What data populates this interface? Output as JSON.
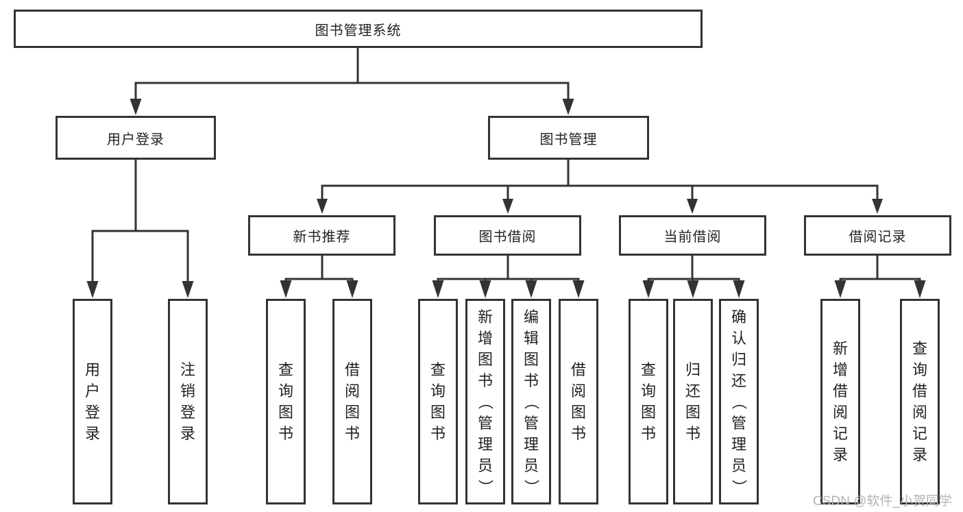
{
  "diagram": {
    "root": {
      "label": "图书管理系统"
    },
    "branches": [
      {
        "label": "用户登录",
        "children": [
          "用户登录",
          "注销登录"
        ]
      },
      {
        "label": "图书管理",
        "children": [
          {
            "label": "新书推荐",
            "children": [
              "查询图书",
              "借阅图书"
            ]
          },
          {
            "label": "图书借阅",
            "children": [
              "查询图书",
              "新增图书（管理员）",
              "编辑图书（管理员）",
              "借阅图书"
            ]
          },
          {
            "label": "当前借阅",
            "children": [
              "查询图书",
              "归还图书",
              "确认归还（管理员）"
            ]
          },
          {
            "label": "借阅记录",
            "children": [
              "新增借阅记录",
              "查询借阅记录"
            ]
          }
        ]
      }
    ]
  },
  "watermark": {
    "text": "CSDN @软件_小贺同学"
  },
  "colors": {
    "line": "#333333",
    "text": "#222222",
    "watermark": "#b3b3b3",
    "background": "#ffffff"
  }
}
